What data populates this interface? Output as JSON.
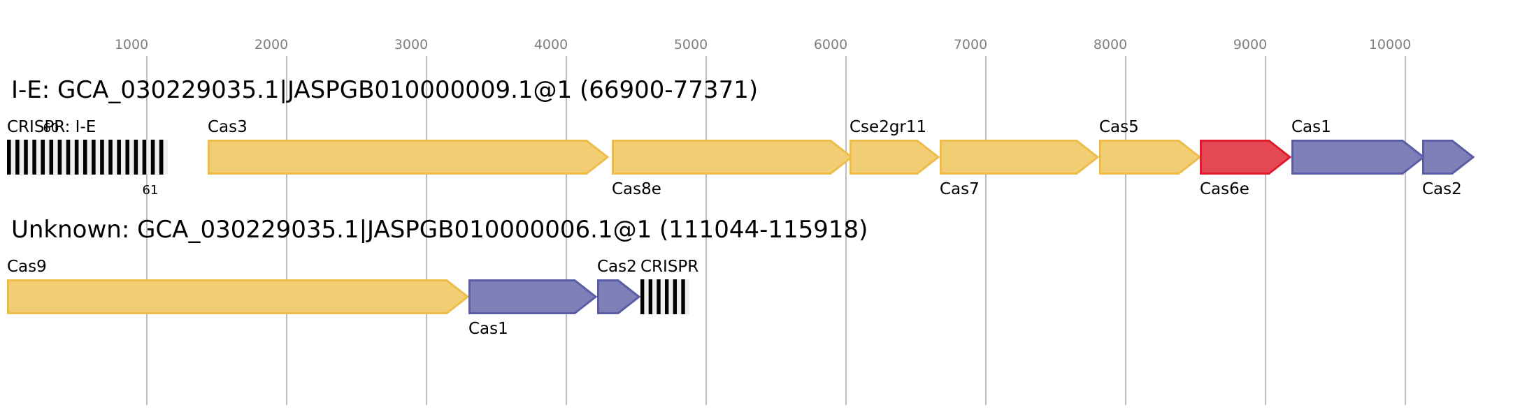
{
  "axis": {
    "ticks": [
      1000,
      2000,
      3000,
      4000,
      5000,
      6000,
      7000,
      8000,
      9000,
      10000
    ],
    "range": [
      0,
      10950
    ],
    "gridlines": true
  },
  "colors": {
    "yellow": {
      "fill": "#f1cc71",
      "stroke": "#efbd47"
    },
    "blue": {
      "fill": "#7b7db6",
      "stroke": "#5a5ea6"
    },
    "red": {
      "fill": "#e44452",
      "stroke": "#e01a2b"
    },
    "crispr_repeat": "#000000",
    "crispr_spacer": "#eeeeee"
  },
  "loci": [
    {
      "title": "I-E: GCA_030229035.1|JASPGB010000009.1@1 (66900-77371)",
      "features": [
        {
          "type": "crispr",
          "label": "CRISPR: I-E",
          "start": 0,
          "end": 1150,
          "repeats": 19,
          "label_pos": "above",
          "counts": [
            {
              "text": "60",
              "pos": "above"
            },
            {
              "text": "61",
              "pos": "below"
            }
          ]
        },
        {
          "type": "gene",
          "label": "Cas3",
          "start": 1435,
          "end": 4295,
          "color": "yellow",
          "label_pos": "above"
        },
        {
          "type": "gene",
          "label": "Cas8e",
          "start": 4325,
          "end": 6040,
          "color": "yellow",
          "label_pos": "below"
        },
        {
          "type": "gene",
          "label": "Cse2gr11",
          "start": 6025,
          "end": 6660,
          "color": "yellow",
          "label_pos": "above"
        },
        {
          "type": "gene",
          "label": "Cas7",
          "start": 6670,
          "end": 7800,
          "color": "yellow",
          "label_pos": "below"
        },
        {
          "type": "gene",
          "label": "Cas5",
          "start": 7810,
          "end": 8530,
          "color": "yellow",
          "label_pos": "above"
        },
        {
          "type": "gene",
          "label": "Cas6e",
          "start": 8530,
          "end": 9175,
          "color": "red",
          "label_pos": "below"
        },
        {
          "type": "gene",
          "label": "Cas1",
          "start": 9185,
          "end": 10130,
          "color": "blue",
          "label_pos": "above"
        },
        {
          "type": "gene",
          "label": "Cas2",
          "start": 10120,
          "end": 10485,
          "color": "blue",
          "label_pos": "below"
        }
      ]
    },
    {
      "title": "Unknown: GCA_030229035.1|JASPGB010000006.1@1 (111044-115918)",
      "features": [
        {
          "type": "gene",
          "label": "Cas9",
          "start": 0,
          "end": 3295,
          "color": "yellow",
          "label_pos": "above"
        },
        {
          "type": "gene",
          "label": "Cas1",
          "start": 3300,
          "end": 4210,
          "color": "blue",
          "label_pos": "below"
        },
        {
          "type": "gene",
          "label": "Cas2",
          "start": 4220,
          "end": 4520,
          "color": "blue",
          "label_pos": "above"
        },
        {
          "type": "crispr",
          "label": "CRISPR",
          "start": 4530,
          "end": 4880,
          "repeats": 6,
          "label_pos": "above",
          "counts": []
        }
      ]
    }
  ]
}
